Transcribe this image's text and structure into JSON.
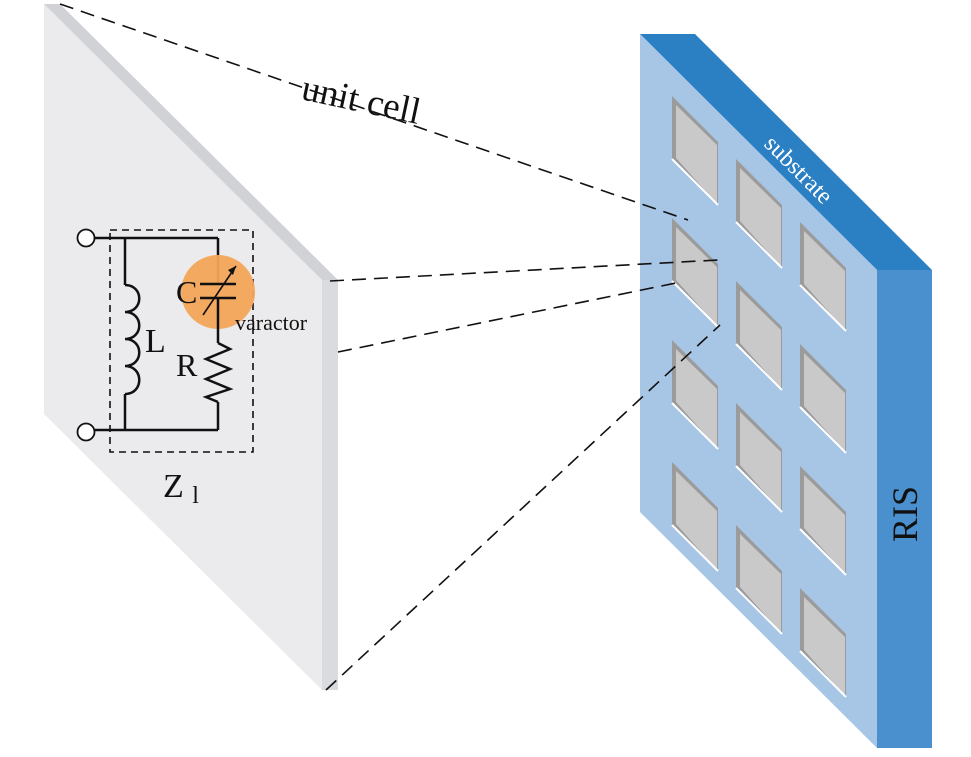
{
  "labels": {
    "unit_cell": "unit cell",
    "substrate": "substrate",
    "ris": "RIS",
    "inductor": "L",
    "capacitor": "C",
    "resistor": "R",
    "varactor": "varactor",
    "impedance_symbol": "Z",
    "impedance_subscript": "l"
  },
  "colors": {
    "panel_face": "#ebebed",
    "panel_edge": "#d5d7da",
    "ris_face": "#a7c6e6",
    "ris_top": "#2b7fc3",
    "ris_side": "#4a90cf",
    "patch_dark": "#9b9b9b",
    "patch_light": "#c9c9c9",
    "varactor_highlight": "#f4a55a",
    "line": "#111111"
  },
  "ris_grid": {
    "columns": 3,
    "rows": 4
  }
}
